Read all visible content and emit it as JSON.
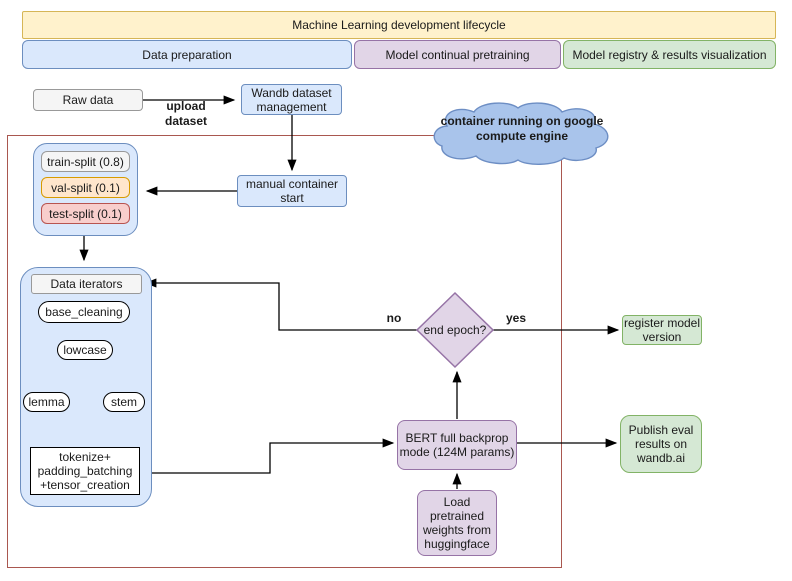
{
  "colors": {
    "yellow_fill": "#fff2cc",
    "yellow_border": "#d6b656",
    "blue_fill": "#dae8fc",
    "blue_border": "#6c8ebf",
    "purple_fill": "#e1d5e7",
    "purple_border": "#9673a6",
    "green_fill": "#d5e8d4",
    "green_border": "#82b366",
    "gray_fill": "#f5f5f5",
    "gray_border": "#999999",
    "orange_fill": "#ffe6cc",
    "orange_border": "#d79b00",
    "pink_fill": "#f8cecc",
    "pink_border": "#b85450",
    "cloud_fill": "#a9c4eb",
    "cloud_border": "#6d8ec4",
    "container_border": "#a9574f"
  },
  "header": {
    "title": "Machine Learning development lifecycle",
    "phases": [
      {
        "label": "Data preparation"
      },
      {
        "label": "Model continual pretraining"
      },
      {
        "label": "Model registry & results visualization"
      }
    ]
  },
  "nodes": {
    "raw_data": "Raw data",
    "wandb_management": {
      "lines": [
        "Wandb dataset",
        "management"
      ]
    },
    "manual_start": {
      "lines": [
        "manual container",
        "start"
      ]
    },
    "splits": {
      "train": "train-split (0.8)",
      "val": "val-split (0.1)",
      "test": "test-split (0.1)"
    },
    "cloud": {
      "lines": [
        "container running on google",
        "compute engine"
      ]
    },
    "data_iterators": "Data iterators",
    "base_cleaning": "base_cleaning",
    "lowcase": "lowcase",
    "lemma": "lemma",
    "stem": "stem",
    "tokenize": {
      "lines": [
        "tokenize+",
        "padding_batching",
        "+tensor_creation"
      ]
    },
    "end_epoch": "end epoch?",
    "register_model": {
      "lines": [
        "register model",
        "version"
      ]
    },
    "bert": {
      "lines": [
        "BERT full backprop",
        "mode (124M params)"
      ]
    },
    "publish_eval": {
      "lines": [
        "Publish eval",
        "results on",
        "wandb.ai"
      ]
    },
    "load_weights": {
      "lines": [
        "Load",
        "pretrained",
        "weights from",
        "huggingface"
      ]
    }
  },
  "edge_labels": {
    "upload": {
      "lines": [
        "upload",
        "dataset"
      ]
    },
    "no": "no",
    "yes": "yes"
  }
}
